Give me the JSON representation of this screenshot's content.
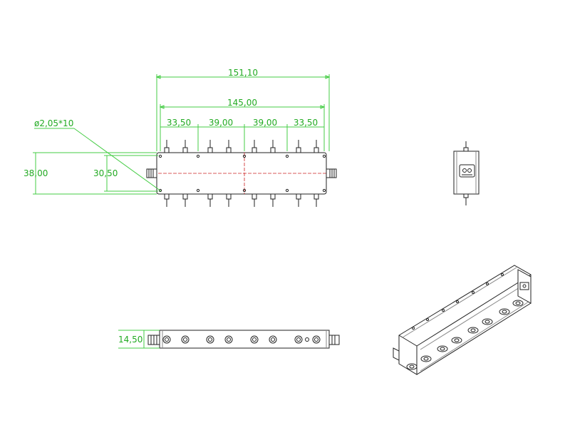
{
  "drawing": {
    "dimensions": {
      "overall_length": "151,10",
      "hole_span": "145,00",
      "spacing_1": "33,50",
      "spacing_2": "39,00",
      "spacing_3": "39,00",
      "spacing_4": "33,50",
      "hole_spec": "ø2,05*10",
      "overall_width": "38,00",
      "inner_width": "30,50",
      "height": "14,50"
    },
    "colors": {
      "dimension": "#22aa22",
      "outline": "#222222",
      "centerline": "#cc2222"
    }
  }
}
